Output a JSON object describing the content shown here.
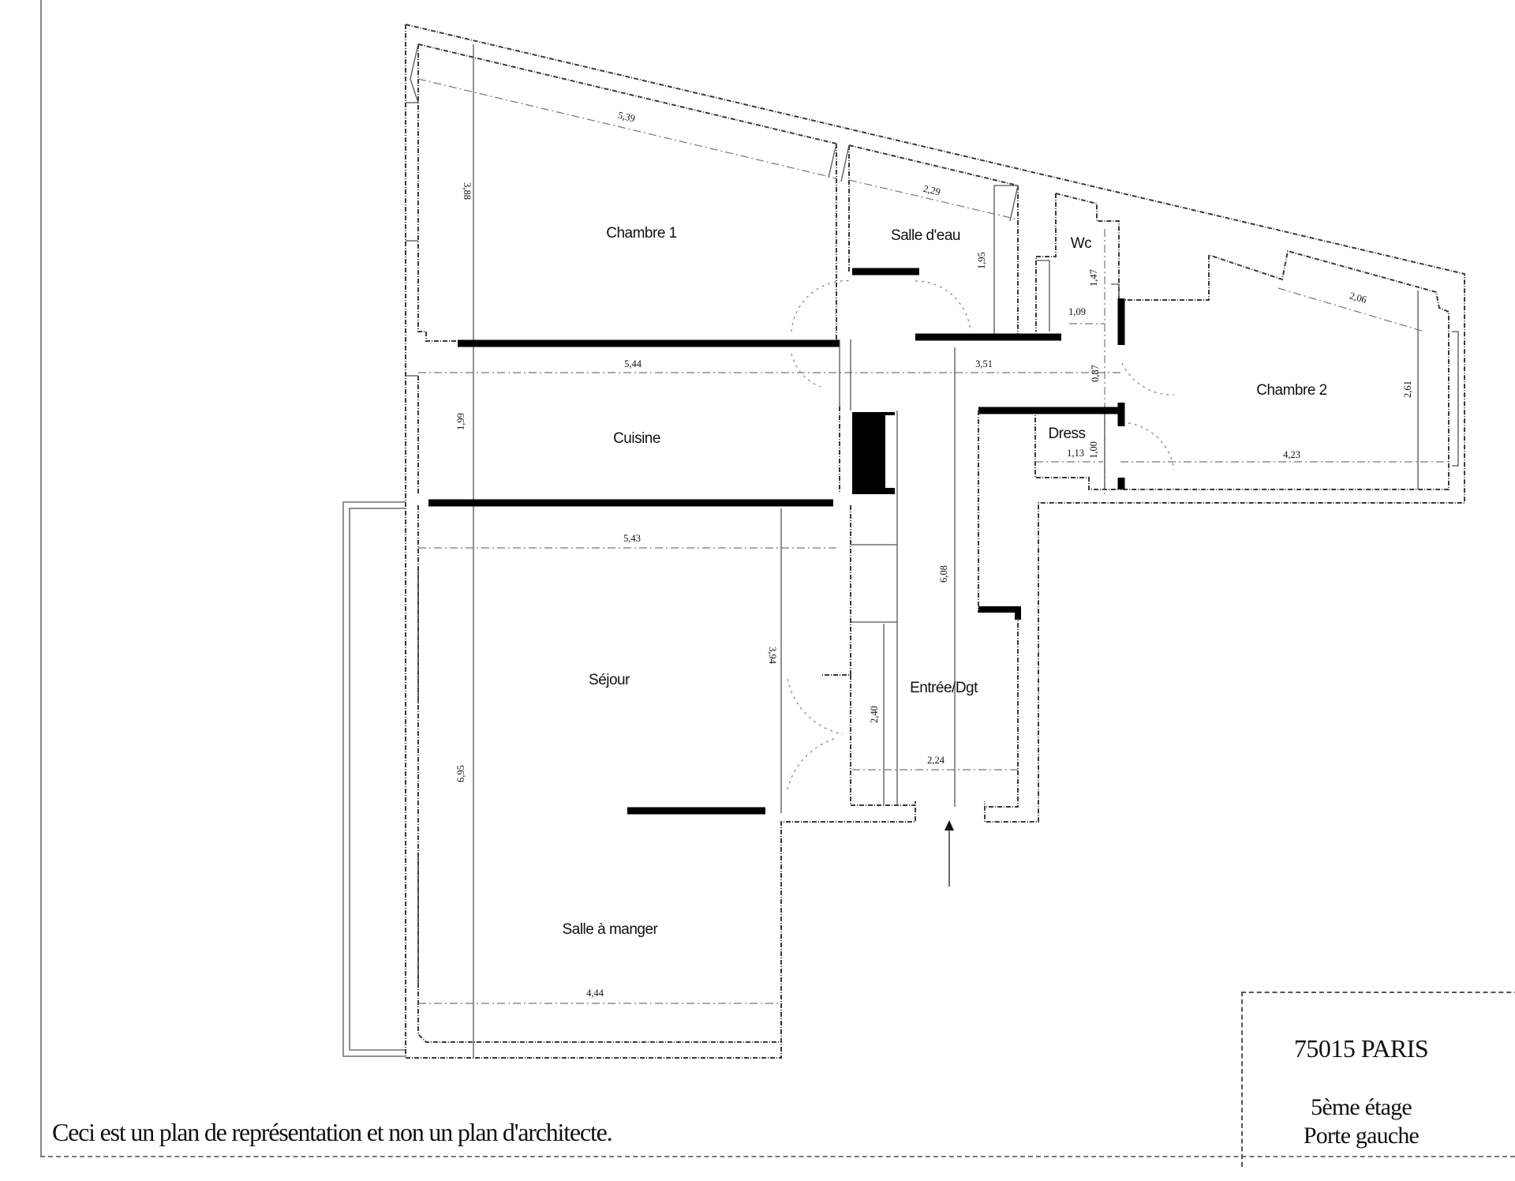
{
  "rooms": {
    "chambre1": "Chambre 1",
    "salle_deau": "Salle d'eau",
    "wc": "Wc",
    "chambre2": "Chambre 2",
    "cuisine": "Cuisine",
    "dress": "Dress",
    "sejour": "Séjour",
    "entree": "Entrée/Dgt",
    "salle_a_manger": "Salle à manger"
  },
  "dimensions": {
    "chambre1_length": "5,39",
    "chambre1_width": "3,88",
    "salle_deau_length": "2,29",
    "salle_deau_width": "1,95",
    "wc_height": "1,47",
    "wc_width": "1,09",
    "chambre2_length": "2,06",
    "chambre2_width": "2,61",
    "chambre2_depth": "4,23",
    "corridor_upper_length": "5,44",
    "corridor_right_length": "3,51",
    "corridor_gap": "0,87",
    "cuisine_width": "1,99",
    "dress_width": "1,13",
    "dress_height": "1,00",
    "sejour_length": "5,43",
    "sejour_height": "3,94",
    "entree_length": "6,08",
    "entree_height": "2,40",
    "entree_width": "2,24",
    "living_total_height": "6,95",
    "salle_a_manger_length": "4,44"
  },
  "disclaimer": "Ceci est un plan de représentation et non un plan d'architecte.",
  "title_block": {
    "city": "75015 PARIS",
    "floor": "5ème étage",
    "door": "Porte gauche"
  },
  "colors": {
    "wall": "#3a3a3a",
    "thick_wall": "#000000",
    "background": "#ffffff"
  }
}
